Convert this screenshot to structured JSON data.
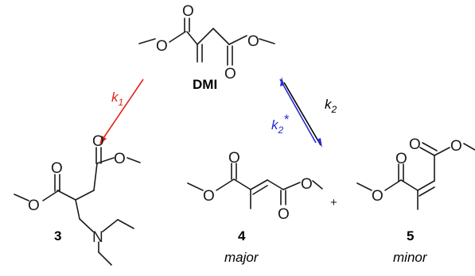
{
  "compounds": {
    "dmi": {
      "label": "DMI"
    },
    "c3": {
      "label": "3"
    },
    "c4": {
      "label": "4",
      "note": "major"
    },
    "c5": {
      "label": "5",
      "note": "minor"
    },
    "plus": "+"
  },
  "rates": {
    "k1": {
      "symbol": "k",
      "index": "1",
      "color": "#e0241c"
    },
    "k2": {
      "symbol": "k",
      "index": "2",
      "color": "#000000"
    },
    "k2_reverse": {
      "symbol": "k",
      "index": "2",
      "mark": "*",
      "color": "#2a2ad6"
    }
  },
  "atoms": {
    "oxygen": "O",
    "nitrogen": "N"
  }
}
